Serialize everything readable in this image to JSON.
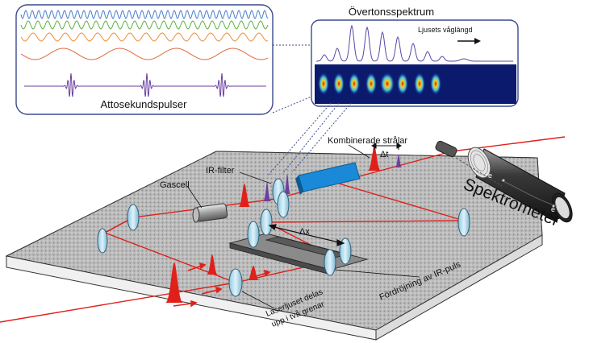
{
  "labels": {
    "attosecond": "Attosekundspulser",
    "harmonic_spectrum": "Övertonsspektrum",
    "wavelength": "Ljusets våglängd",
    "combined_beams": "Kombinerade strålar",
    "delta_t": "Δt",
    "ir_filter": "IR-filter",
    "gas_cell": "Gascell",
    "delta_x": "Δx",
    "spectrometer": "Spektrometer",
    "electron_1": "e",
    "electron_2": "e",
    "delay": "Fördröjning av IR-puls",
    "split_line1": "Laserljuset delas",
    "split_line2": "upp i två grenar"
  },
  "colors": {
    "laser": "#e0201a",
    "xuv": "#6a3fa0",
    "panel_border": "#3b4a8f",
    "wave_blue": "#4a7fd0",
    "wave_green": "#5cb040",
    "wave_orange": "#f08a30",
    "spectrum_line": "#5a48a8",
    "filter_blue": "#1a8ad8"
  }
}
